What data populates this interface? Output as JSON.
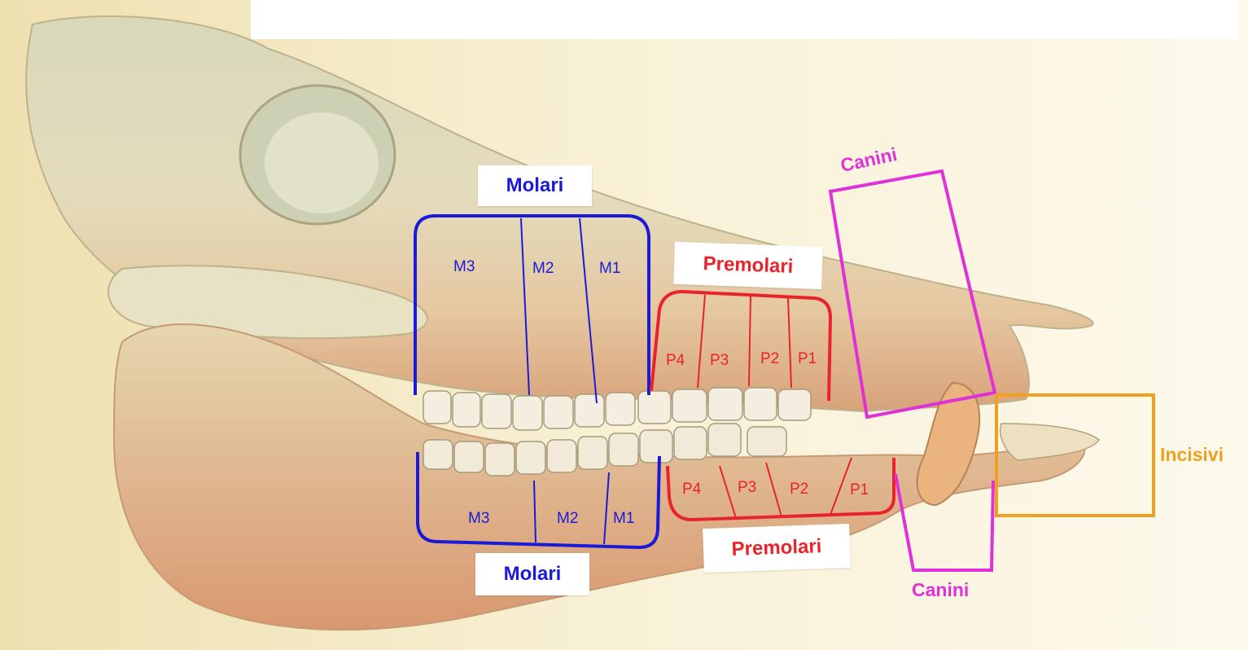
{
  "colors": {
    "molars": "#1a1ad8",
    "premolars": "#e8232a",
    "canines": "#e030d8",
    "incisors": "#f0a020",
    "background": "#f5ecc8"
  },
  "labels": {
    "molars_upper": "Molari",
    "molars_lower": "Molari",
    "premolars_upper": "Premolari",
    "premolars_lower": "Premolari",
    "canines_upper": "Canini",
    "canines_lower": "Canini",
    "incisors": "Incisivi"
  },
  "upper_molars": [
    "M3",
    "M2",
    "M1"
  ],
  "lower_molars": [
    "M3",
    "M2",
    "M1"
  ],
  "upper_premolars": [
    "P4",
    "P3",
    "P2",
    "P1"
  ],
  "lower_premolars": [
    "P4",
    "P3",
    "P2",
    "P1"
  ]
}
